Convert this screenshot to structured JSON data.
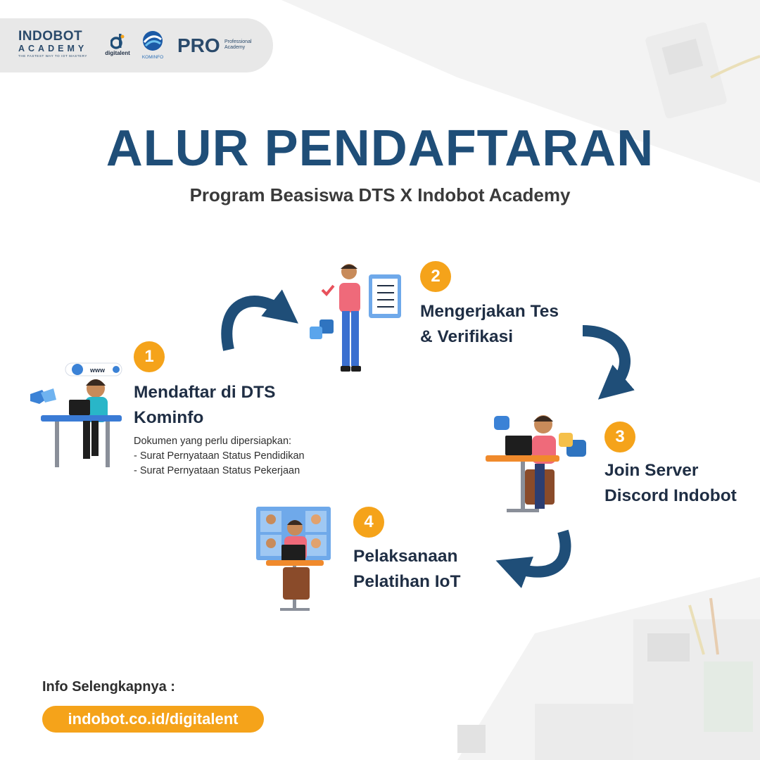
{
  "header": {
    "indobot_line1": "INDOBOT",
    "indobot_line2": "ACADEMY",
    "indobot_tagline": "THE FASTEST WAY TO IOT MASTERY",
    "digitalent_label": "digitalent",
    "kominfo_label": "KOMINFO",
    "pro_label": "PRO",
    "pro_sub1": "Professional",
    "pro_sub2": "Academy"
  },
  "title": "ALUR PENDAFTARAN",
  "subtitle": "Program Beasiswa DTS X Indobot Academy",
  "steps": [
    {
      "number": "1",
      "title_line1": "Mendaftar di DTS",
      "title_line2": "Kominfo"
    },
    {
      "number": "2",
      "title_line1": "Mengerjakan Tes",
      "title_line2": "& Verifikasi"
    },
    {
      "number": "3",
      "title_line1": "Join Server",
      "title_line2": "Discord Indobot"
    },
    {
      "number": "4",
      "title_line1": "Pelaksanaan",
      "title_line2": "Pelatihan IoT"
    }
  ],
  "documents": {
    "heading": "Dokumen yang perlu dipersiapkan:",
    "items": [
      "- Surat Pernyataan Status Pendidikan",
      "- Surat Pernyataan Status Pekerjaan"
    ]
  },
  "illustration": {
    "www_label": "www"
  },
  "footer": {
    "label": "Info Selengkapnya :",
    "link": "indobot.co.id/digitalent"
  },
  "colors": {
    "title": "#1f4e78",
    "accent": "#f5a31a",
    "arrow": "#1f4e78",
    "text": "#1f2e44"
  },
  "icons": [
    "arrow-curve-icon",
    "globe-icon",
    "search-icon",
    "discord-icon",
    "chat-bubble-icon",
    "checklist-icon"
  ]
}
